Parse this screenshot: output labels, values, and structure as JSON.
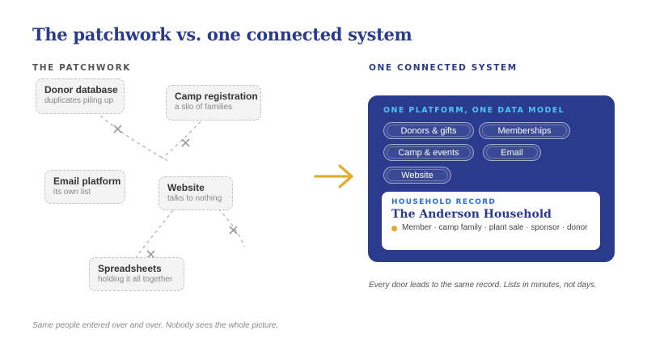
{
  "title": "The patchwork vs. one connected system",
  "left": {
    "label": "THE PATCHWORK",
    "systems": [
      {
        "name": "Donor database",
        "desc": "duplicates piling up"
      },
      {
        "name": "Camp registration",
        "desc": "a silo of families"
      },
      {
        "name": "Email platform",
        "desc": "its own list"
      },
      {
        "name": "Website",
        "desc": "talks to nothing"
      },
      {
        "name": "Spreadsheets",
        "desc": "holding it all together"
      }
    ],
    "caption": "Same people entered over and over. Nobody sees the whole picture."
  },
  "right": {
    "label": "ONE CONNECTED SYSTEM",
    "panel_label": "ONE PLATFORM, ONE DATA MODEL",
    "modules": [
      "Donors & gifts",
      "Memberships",
      "Camp & events",
      "Email",
      "Website"
    ],
    "record": {
      "label": "HOUSEHOLD RECORD",
      "title": "The Anderson Household",
      "tags": "Member · camp family · plant sale · sponsor · donor"
    },
    "caption": "Every door leads to the same record. Lists in minutes, not days."
  },
  "colors": {
    "navy": "#2a3a8c",
    "cyan": "#4fc4f2",
    "arrow": "#e3ac2e",
    "tag_dot": "#e8a530"
  }
}
